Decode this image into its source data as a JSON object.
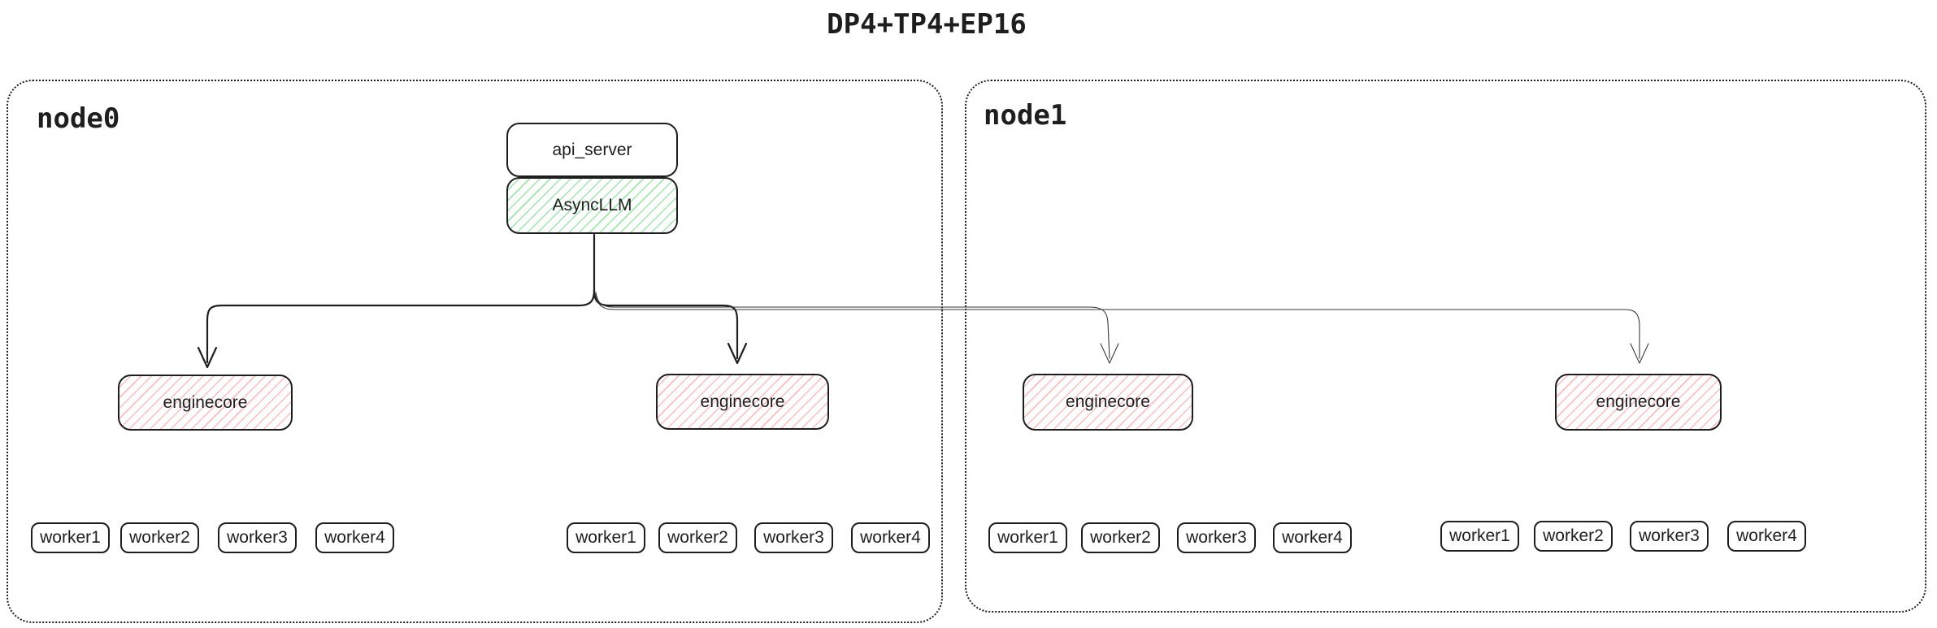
{
  "title": "DP4+TP4+EP16",
  "colors": {
    "ink": "#1e1e1e",
    "green_hatch": "#69db7c",
    "red_hatch": "#ff8787",
    "background": "#ffffff"
  },
  "node0": {
    "label": "node0",
    "api_server_label": "api_server",
    "asyncllm_label": "AsyncLLM",
    "enginecores": [
      {
        "label": "enginecore",
        "workers": [
          "worker1",
          "worker2",
          "worker3",
          "worker4"
        ]
      },
      {
        "label": "enginecore",
        "workers": [
          "worker1",
          "worker2",
          "worker3",
          "worker4"
        ]
      }
    ]
  },
  "node1": {
    "label": "node1",
    "enginecores": [
      {
        "label": "enginecore",
        "workers": [
          "worker1",
          "worker2",
          "worker3",
          "worker4"
        ]
      },
      {
        "label": "enginecore",
        "workers": [
          "worker1",
          "worker2",
          "worker3",
          "worker4"
        ]
      }
    ]
  }
}
